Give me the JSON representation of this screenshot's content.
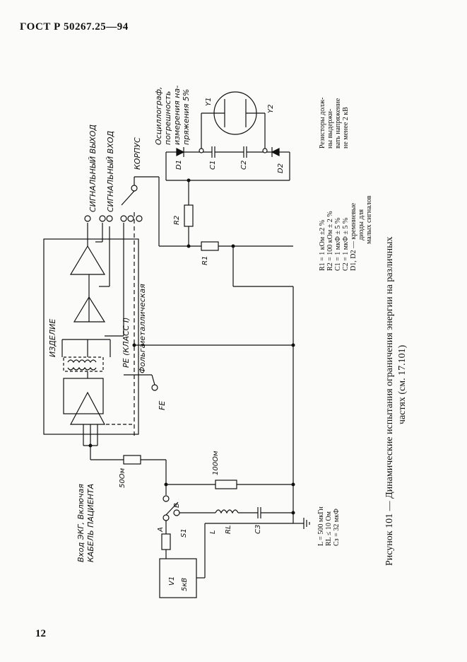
{
  "header": {
    "standard": "ГОСТ Р 50267.25—94"
  },
  "page_number": "12",
  "figure": {
    "caption_line1": "Рисунок 101 — Динамические испытания ограничения энергии на различных",
    "caption_line2": "частях (см. 17.101)"
  },
  "labels": {
    "signal_output": "СИГНАЛЬНЫЙ ВЫХОД",
    "signal_input": "СИГНАЛЬНЫЙ ВХОД",
    "housing": "КОРПУС",
    "product": "ИЗДЕЛИЕ",
    "pe_class": "PE (КЛАСС I)",
    "metal_foil": "металлическая",
    "foil": "Фольга",
    "fe": "FE",
    "ecg_input_1": "Вход ЭКГ, Включая",
    "ecg_input_2": "КАБЕЛЬ ПАЦИЕНТА",
    "oscilloscope_1": "Осциллограф,",
    "oscilloscope_2": "погрешность",
    "oscilloscope_3": "измерения на-",
    "oscilloscope_4": "пряжения 5%",
    "r500": "50Ом",
    "r100": "100Ом",
    "R1": "R1",
    "R2": "R2",
    "RL": "RL",
    "L": "L",
    "C1": "C1",
    "C2": "C2",
    "C3": "C3",
    "D1": "D1",
    "D2": "D2",
    "Y1": "Y1",
    "Y2": "Y2",
    "A": "A",
    "B": "B",
    "S1": "S1",
    "V1": "V1",
    "V1_value": "5кВ"
  },
  "notes": {
    "resistors": [
      "Резисторы долж-",
      "ны выдержи-",
      "вать напряжение",
      "не менее 2 кВ"
    ],
    "components": [
      "R1 = 1 кОм ±2 %",
      "R2 = 100 кОм ± 2 %",
      "C1 = 1 мкФ ± 5 %",
      "C2 = 1 мкФ ± 5 %",
      "D1, D2 — кремниевые",
      "диоды для",
      "малых сигналов"
    ],
    "source": [
      "L = 500 мкГн",
      "RL ≤ 10 Ом",
      "Cз = 32 мкФ"
    ]
  }
}
